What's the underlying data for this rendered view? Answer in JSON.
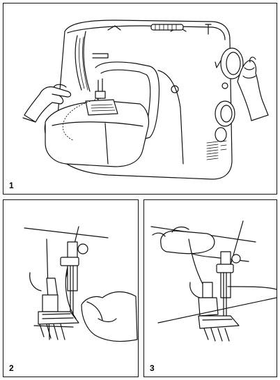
{
  "panels": [
    {
      "number": "1"
    },
    {
      "number": "2"
    },
    {
      "number": "3"
    }
  ]
}
